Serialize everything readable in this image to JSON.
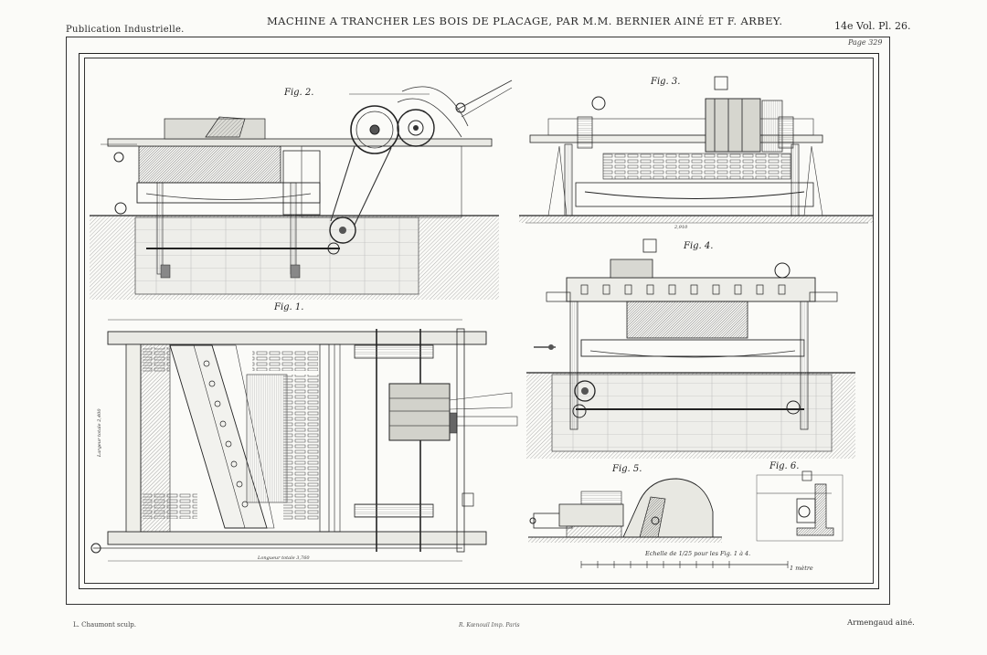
{
  "header": {
    "publication": "Publication Industrielle.",
    "title": "MACHINE A TRANCHER LES BOIS DE PLACAGE, PAR M.M. BERNIER AINÉ ET F. ARBEY.",
    "volume_plate": "14e Vol. Pl. 26.",
    "page_ref": "Page 329"
  },
  "figures": {
    "fig1": "Fig. 1.",
    "fig2": "Fig. 2.",
    "fig3": "Fig. 3.",
    "fig4": "Fig. 4.",
    "fig5": "Fig. 5.",
    "fig6": "Fig. 6."
  },
  "scale": {
    "caption": "Echelle de 1/25 pour les Fig. 1 à 4.",
    "end_label": "1 mètre"
  },
  "dimensions": {
    "fig1_total_length": "Longueur totale 3,760",
    "fig1_total_width": "Largeur totale 2,400",
    "fig3_total": "2,910"
  },
  "footer": {
    "engraver": "L. Chaumont sculp.",
    "printer": "R. Kœnouil Imp. Paris",
    "publisher": "Armengaud ainé."
  }
}
